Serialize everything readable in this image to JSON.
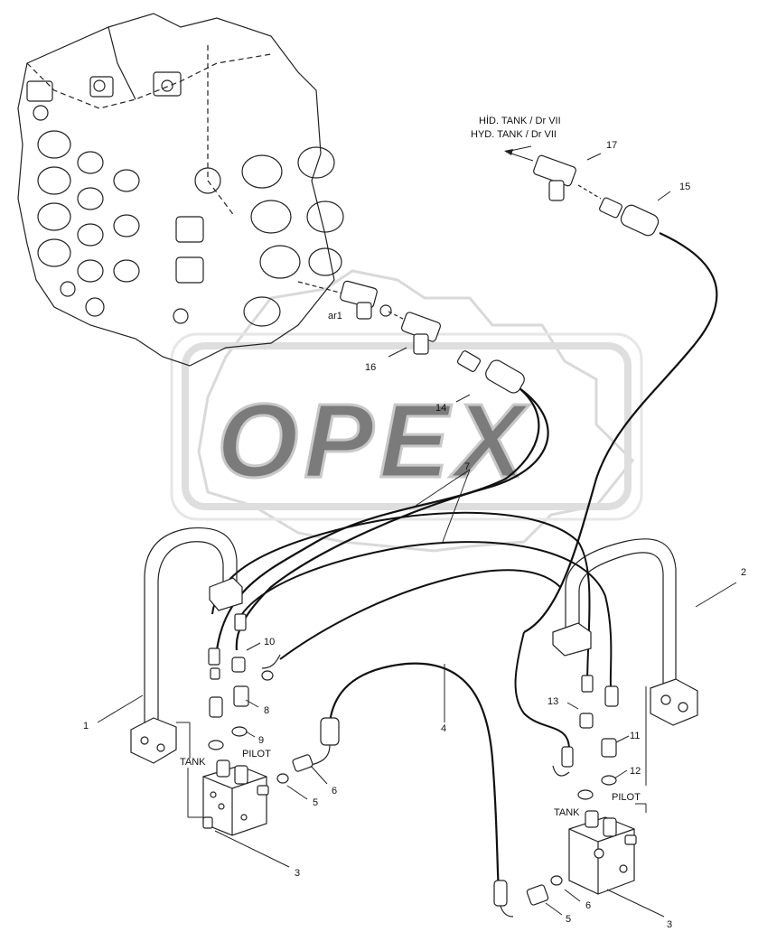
{
  "diagram": {
    "callouts": {
      "c1": "1",
      "c2": "2",
      "c3a": "3",
      "c3b": "3",
      "c4": "4",
      "c5a": "5",
      "c5b": "5",
      "c6a": "6",
      "c6b": "6",
      "c7": "7",
      "c8": "8",
      "c9": "9",
      "c10": "10",
      "c11": "11",
      "c12": "12",
      "c13": "13",
      "c14": "14",
      "c15": "15",
      "c16": "16",
      "c17": "17",
      "ar1": "ar1"
    },
    "labels": {
      "tank_left": "TANK",
      "pilot_left": "PILOT",
      "tank_right": "TANK",
      "pilot_right": "PILOT",
      "hyd_tank_line1": "HİD. TANK / Dr VII",
      "hyd_tank_line2": "HYD. TANK / Dr VII"
    },
    "watermark": "OPEX"
  }
}
